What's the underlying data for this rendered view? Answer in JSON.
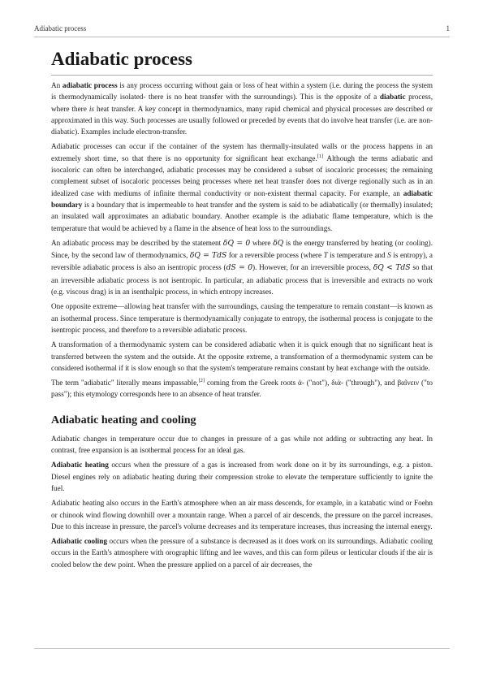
{
  "header": {
    "title": "Adiabatic process",
    "page_number": "1"
  },
  "article": {
    "title": "Adiabatic process",
    "p1": {
      "a": "An ",
      "b": "adiabatic process",
      "c": " is any process occurring without gain or loss of heat within a system (i.e. during the process the system is thermodynamically isolated- there is no heat transfer with the surroundings). This is the opposite of a ",
      "d": "diabatic",
      "e": " process, where there ",
      "f": "is",
      "g": " heat transfer. A key concept in thermodynamics, many rapid chemical and physical processes are described or approximated in this way. Such processes are usually followed or preceded by events that do involve heat transfer (i.e. are non-diabatic). Examples include electron-transfer."
    },
    "p2": {
      "a": "Adiabatic processes can occur if the container of the system has thermally-insulated walls or the process happens in an extremely short time, so that there is no opportunity for significant heat exchange.",
      "ref": "[1]",
      "b": " Although the terms adiabatic and isocaloric can often be interchanged, adiabatic processes may be considered a subset of isocaloric processes; the remaining complement subset of isocaloric processes being processes where net heat transfer does not diverge regionally such as in an idealized case with mediums of infinite thermal conductivity or non-existent thermal capacity. For example, an ",
      "c": "adiabatic boundary",
      "d": " is a boundary that is impermeable to heat transfer and the system is said to be adiabatically (or thermally) insulated; an insulated wall approximates an adiabatic boundary. Another example is the adiabatic flame temperature, which is the temperature that would be achieved by a flame in the absence of heat loss to the surroundings."
    },
    "p3": {
      "a": "An adiabatic process may be described by the statement ",
      "m1": "δQ = 0",
      "b": " where ",
      "m2": "δQ",
      "c": " is the energy transferred by heating (or cooling). Since, by the second law of thermodynamics, ",
      "m3": "δQ = TdS",
      "d": " for a reversible process (where ",
      "e": "T",
      "f": " is temperature and ",
      "g": "S",
      "h": " is entropy), a reversible adiabatic process is also an isentropic process (",
      "m4": "dS = 0",
      "i": "). However, for an irreversible process, ",
      "m5": "δQ < TdS",
      "j": " so that an irreversible adiabatic process is not isentropic. In particular, an adiabatic process that is irreversible and extracts no work (e.g. viscous drag) is in an isenthalpic process, in which entropy increases."
    },
    "p4": "One opposite extreme—allowing heat transfer with the surroundings, causing the temperature to remain constant—is known as an isothermal process. Since temperature is thermodynamically conjugate to entropy, the isothermal process is conjugate to the isentropic process, and therefore to a reversible adiabatic process.",
    "p5": "A transformation of a thermodynamic system can be considered adiabatic when it is quick enough that no significant heat is transferred between the system and the outside. At the opposite extreme, a transformation of a thermodynamic system can be considered isothermal if it is slow enough so that the system's temperature remains constant by heat exchange with the outside.",
    "p6": {
      "a": "The term \"adiabatic\" literally means impassable,",
      "ref": "[2]",
      "b": " coming from the Greek roots ἀ- (\"not\"), διὰ- (\"through\"), and βαĩνειν (\"to pass\"); this etymology corresponds here to an absence of heat transfer."
    },
    "section2": {
      "title": "Adiabatic heating and cooling",
      "p1": "Adiabatic changes in temperature occur due to changes in pressure of a gas while not adding or subtracting any heat. In contrast, free expansion is an isothermal process for an ideal gas.",
      "p2": {
        "a": "Adiabatic heating",
        "b": " occurs when the pressure of a gas is increased from work done on it by its surroundings, e.g. a piston. Diesel engines rely on adiabatic heating during their compression stroke to elevate the temperature sufficiently to ignite the fuel."
      },
      "p3": "Adiabatic heating also occurs in the Earth's atmosphere when an air mass descends, for example, in a katabatic wind or Foehn or chinook wind flowing downhill over a mountain range. When a parcel of air descends, the pressure on the parcel increases. Due to this increase in pressure, the parcel's volume decreases and its temperature increases, thus increasing the internal energy.",
      "p4": {
        "a": "Adiabatic cooling",
        "b": " occurs when the pressure of a substance is decreased as it does work on its surroundings. Adiabatic cooling occurs in the Earth's atmosphere with orographic lifting and lee waves, and this can form pileus or lenticular clouds if the air is cooled below the dew point. When the pressure applied on a parcel of air decreases, the"
      }
    }
  }
}
